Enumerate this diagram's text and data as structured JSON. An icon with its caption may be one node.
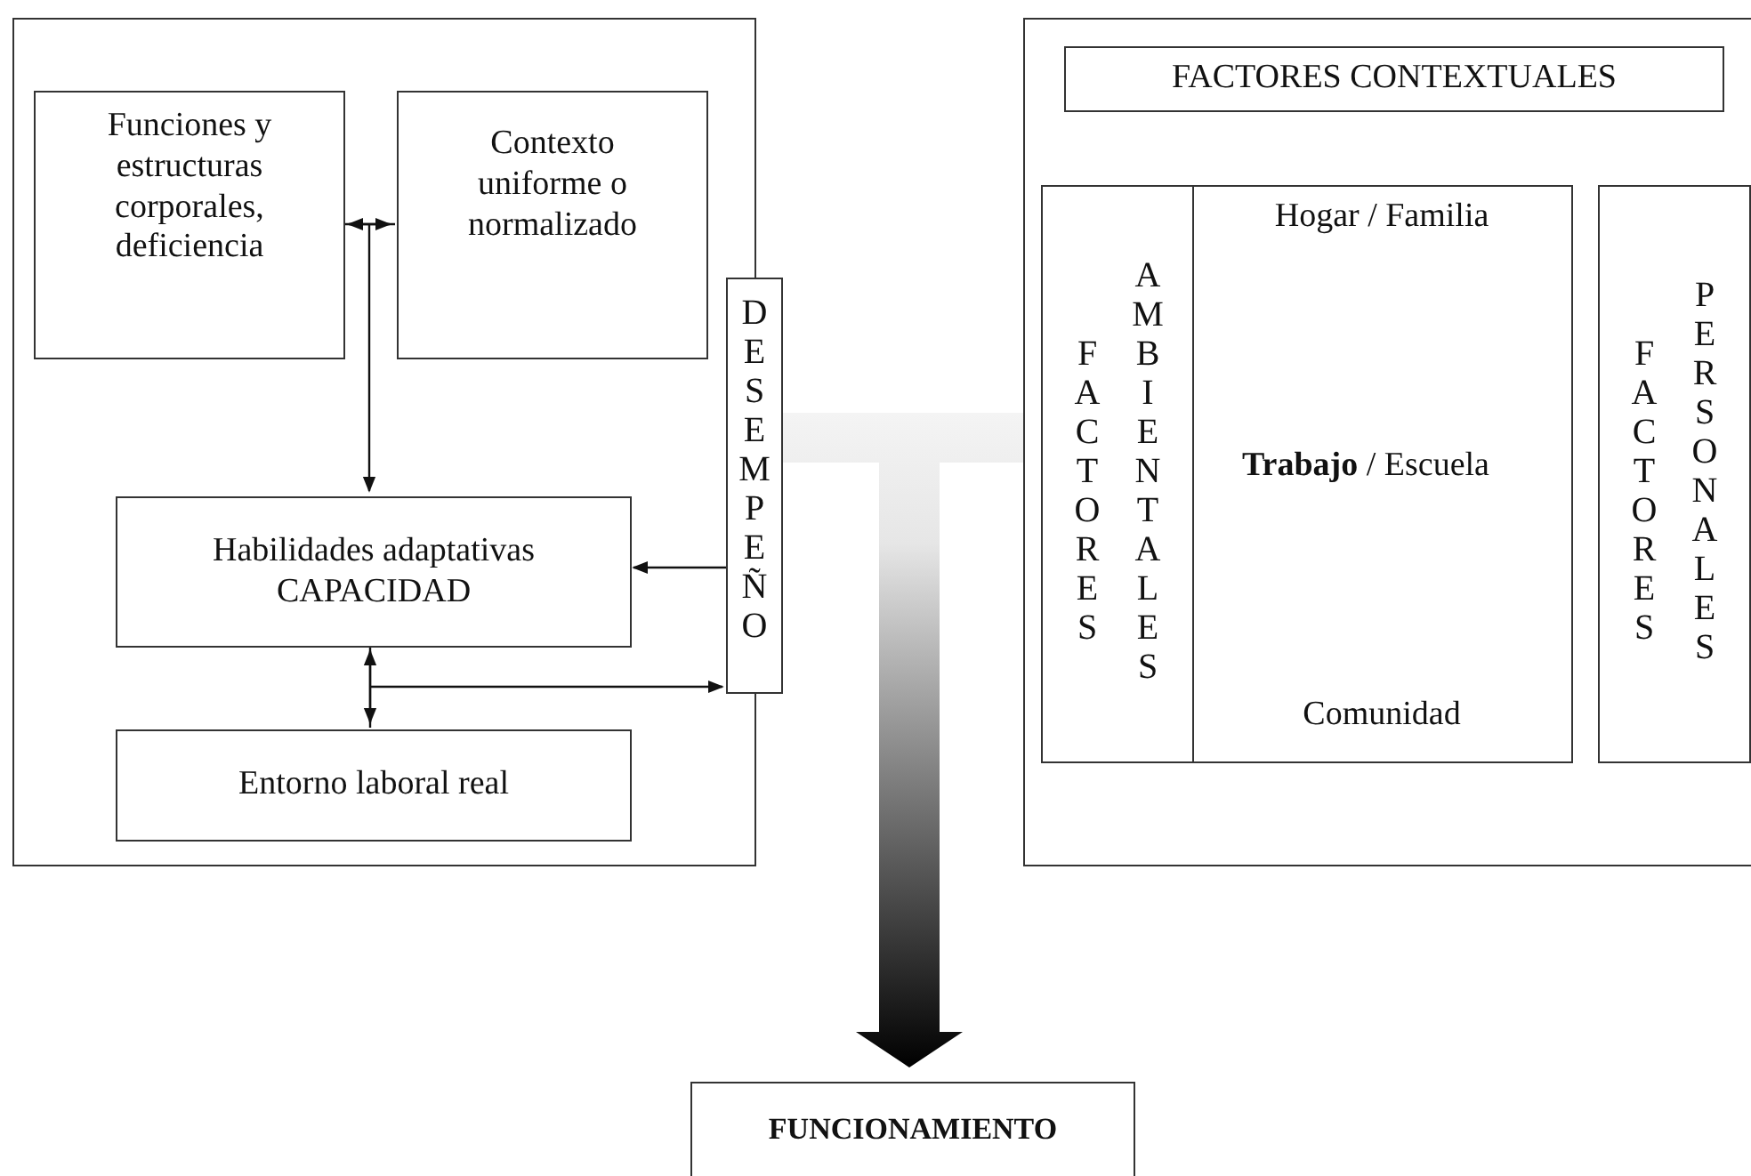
{
  "diagram": {
    "nodes": [
      {
        "text": [],
        "shape": "box"
      },
      {
        "text": [
          "Funciones y estructuras corporales, deficiencia"
        ],
        "in": 0
      },
      {
        "text": [
          "Contexto uniforme o normalizado"
        ],
        "in": 0
      },
      {
        "text": [
          "Habilidades adaptativas",
          "CAPACIDAD"
        ],
        "in": 0
      },
      {
        "text": [
          "Entorno laboral real"
        ],
        "in": 0
      },
      {
        "text": [
          "DESEMPEÑO"
        ]
      },
      {
        "text": [],
        "shape": "box"
      },
      {
        "text": [
          "FACTORES CONTEXTUALES"
        ],
        "in": 6
      },
      {
        "text": [
          "FACTORES",
          "AMBIENTALES"
        ],
        "in": 6
      },
      {
        "text": [
          "Hogar / Familia",
          "**Trabajo** / Escuela",
          "Comunidad"
        ],
        "in": 6
      },
      {
        "text": [
          "FACTORES",
          "PERSONALES"
        ],
        "in": 6
      },
      {
        "text": [
          "FUNCIONAMIENTO"
        ]
      }
    ],
    "edges": [
      {
        "from": 1,
        "to": 2,
        "arrow": "both"
      },
      {
        "from": 1,
        "to": 3,
        "arrow": "to"
      },
      {
        "from": 2,
        "to": 3,
        "arrow": "to"
      },
      {
        "from": 5,
        "to": 3,
        "arrow": "to"
      },
      {
        "from": 3,
        "to": 4,
        "arrow": "both"
      },
      {
        "from": 3,
        "to": 5,
        "arrow": "to"
      },
      {
        "from": 4,
        "to": 5,
        "arrow": "to"
      },
      {
        "from": 5,
        "to": 11,
        "arrow": "to",
        "style": "thick"
      },
      {
        "from": 6,
        "to": 11,
        "arrow": "to",
        "style": "thick"
      }
    ]
  }
}
